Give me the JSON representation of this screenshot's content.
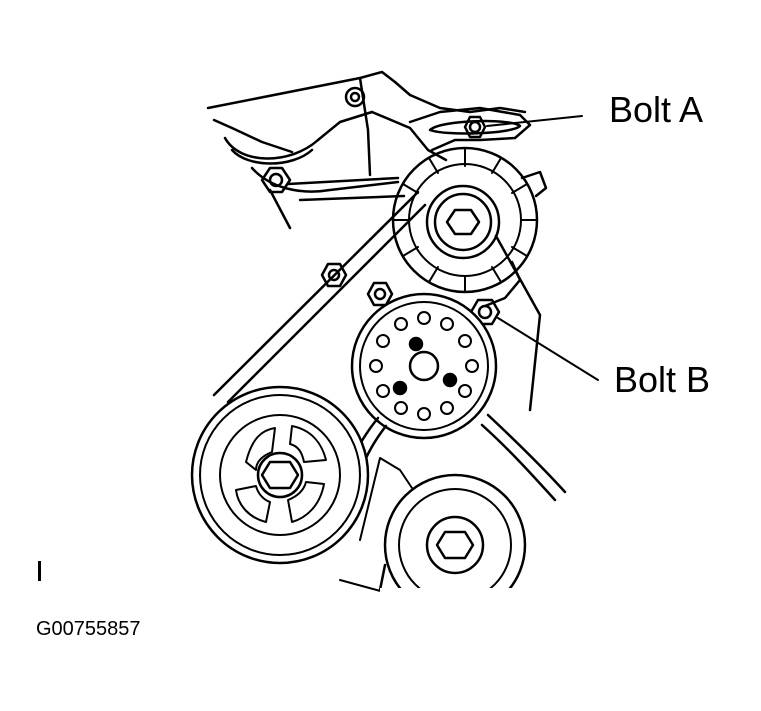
{
  "callouts": {
    "bolt_a": "Bolt A",
    "bolt_b": "Bolt B"
  },
  "figure_id": "G00755857",
  "colors": {
    "ink": "#000000",
    "paper": "#ffffff"
  }
}
